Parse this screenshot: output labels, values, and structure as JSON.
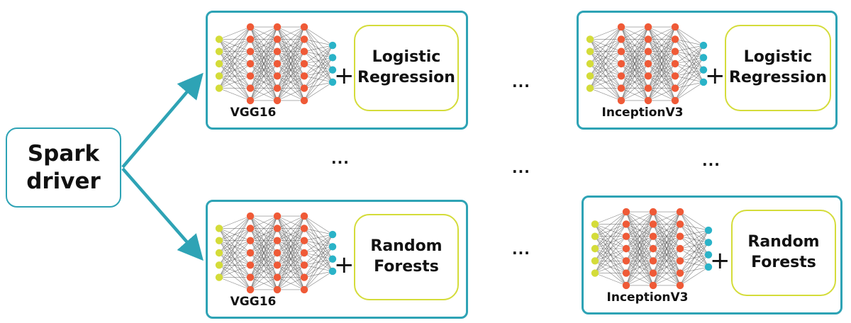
{
  "driver": {
    "label_line1": "Spark",
    "label_line2": "driver"
  },
  "colors": {
    "border": "#2ea3b5",
    "classifier_border": "#d4dc3a",
    "input_node": "#d4dc3a",
    "hidden_node": "#ef5a37",
    "output_node": "#2ab3c8",
    "edge": "#555555"
  },
  "network": {
    "layers": [
      5,
      7,
      7,
      7,
      4
    ]
  },
  "workers": [
    {
      "model": "VGG16",
      "plus": "+",
      "classifier_line1": "Logistic",
      "classifier_line2": "Regression"
    },
    {
      "model": "InceptionV3",
      "plus": "+",
      "classifier_line1": "Logistic",
      "classifier_line2": "Regression"
    },
    {
      "model": "VGG16",
      "plus": "+",
      "classifier_line1": "Random",
      "classifier_line2": "Forests"
    },
    {
      "model": "InceptionV3",
      "plus": "+",
      "classifier_line1": "Random",
      "classifier_line2": "Forests"
    }
  ],
  "ellipses": [
    "...",
    "...",
    "...",
    "...",
    "..."
  ]
}
